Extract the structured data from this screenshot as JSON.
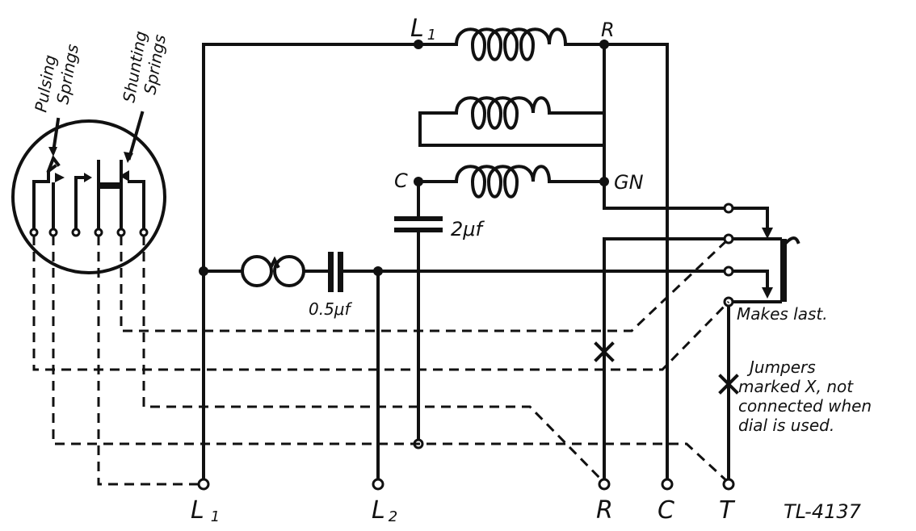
{
  "dial": {
    "pulsing_label_1": "Pulsing",
    "pulsing_label_2": "Springs",
    "shunting_label_1": "Shunting",
    "shunting_label_2": "Springs"
  },
  "nodes": {
    "top_l1": "L",
    "top_l1_sub": "1",
    "r_node": "R",
    "c_node": "C",
    "gn_node": "GN"
  },
  "components": {
    "cap_large": "2μf",
    "cap_small": "0.5μf"
  },
  "terminals": {
    "l1": "L",
    "l1_sub": "1",
    "l2": "L",
    "l2_sub": "2",
    "r": "R",
    "c": "C",
    "t": "T"
  },
  "notes": {
    "makes_last": "Makes last.",
    "jumpers_1": "Jumpers",
    "jumpers_2": "marked X, not",
    "jumpers_3": "connected when",
    "jumpers_4": "dial is used.",
    "figure_id": "TL-4137"
  }
}
